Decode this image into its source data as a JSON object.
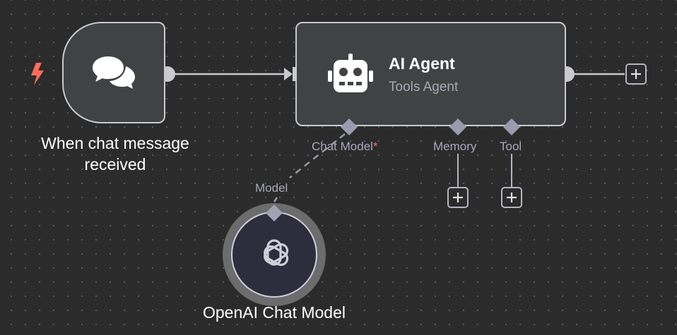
{
  "nodes": {
    "trigger": {
      "label": "When chat message received",
      "icon": "chat-bubbles-icon"
    },
    "agent": {
      "title": "AI Agent",
      "subtitle": "Tools Agent",
      "icon": "robot-icon",
      "ports": {
        "chat_model": "Chat Model",
        "chat_model_required": "*",
        "memory": "Memory",
        "tool": "Tool"
      }
    },
    "openai": {
      "label": "OpenAI Chat Model",
      "port_label": "Model",
      "icon": "openai-logo-icon"
    }
  },
  "colors": {
    "canvas": "#2b2b2b",
    "node_fill": "#414244",
    "node_border": "#c9c9cf",
    "trigger_bolt": "#ff6d5a",
    "port_label": "#a7a7bf",
    "required": "#ff6d6d"
  }
}
